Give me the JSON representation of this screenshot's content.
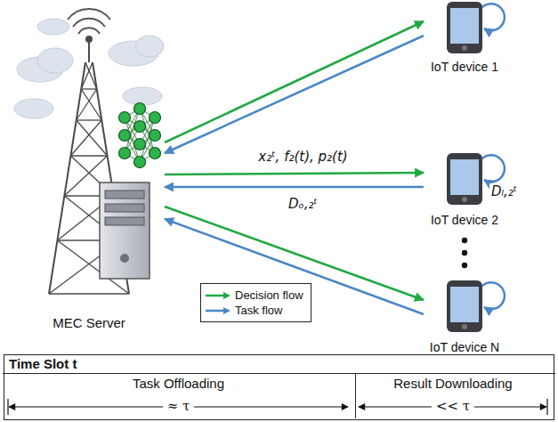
{
  "diagram": {
    "nodes": [
      {
        "text": [
          "MEC Server"
        ]
      },
      {
        "text": [
          "IoT device 1"
        ]
      },
      {
        "text": [
          "IoT device 2"
        ]
      },
      {
        "text": [
          "IoT device N"
        ]
      },
      {
        "text": [
          "Time Slot t"
        ]
      },
      {
        "text": [
          "Task Offloading",
          "≈ τ"
        ],
        "in": 4
      },
      {
        "text": [
          "Result Downloading",
          "<< τ"
        ],
        "in": 4
      }
    ],
    "edges": [
      {
        "from": 0,
        "to": 1,
        "arrow": "to"
      },
      {
        "from": 1,
        "to": 0,
        "arrow": "to"
      },
      {
        "from": 0,
        "to": 2,
        "label": "x₂ᵗ, f₂(t), p₂(t)",
        "arrow": "to"
      },
      {
        "from": 2,
        "to": 0,
        "label": "Dₒ,₂ᵗ",
        "arrow": "to"
      },
      {
        "from": 0,
        "to": 3,
        "arrow": "to"
      },
      {
        "from": 3,
        "to": 0,
        "arrow": "to"
      },
      {
        "from": 1,
        "to": 1,
        "arrow": "to"
      },
      {
        "from": 2,
        "to": 2,
        "label": "Dₗ,₂ᵗ",
        "arrow": "to"
      },
      {
        "from": 3,
        "to": 3,
        "arrow": "to"
      }
    ],
    "legend": [
      {
        "text": "Decision flow"
      },
      {
        "text": "Task flow"
      }
    ]
  }
}
